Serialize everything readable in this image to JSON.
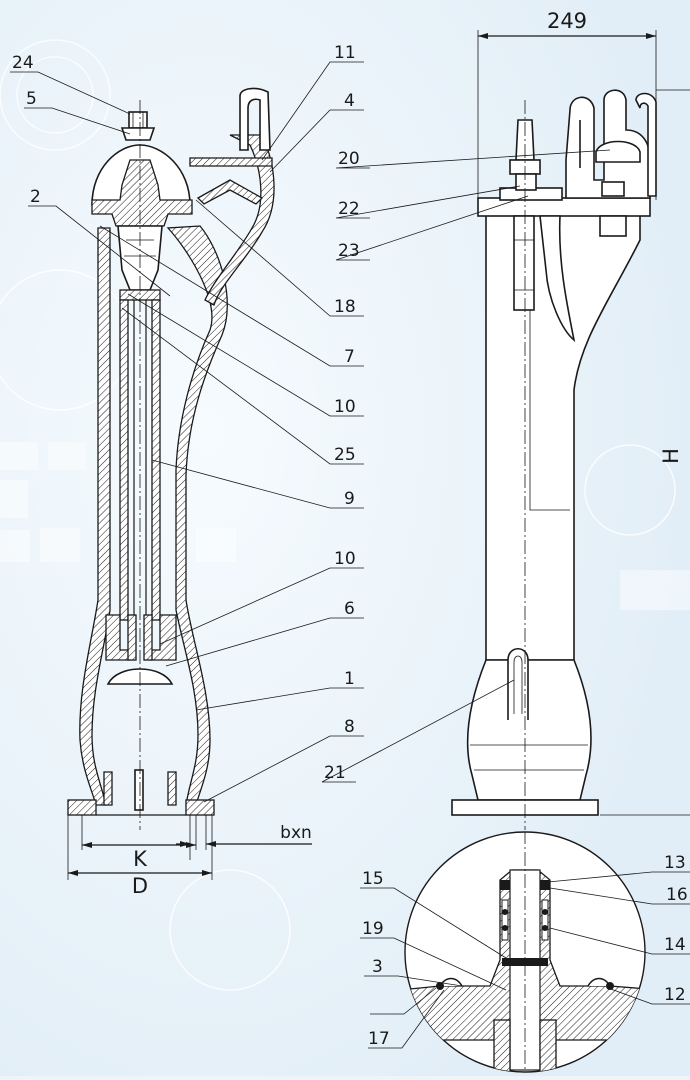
{
  "dimensions": {
    "width_249": "249",
    "height_H": "H",
    "K": "K",
    "D": "D",
    "bxn": "bxn"
  },
  "callouts": [
    {
      "id": "c24",
      "label": "24"
    },
    {
      "id": "c5",
      "label": "5"
    },
    {
      "id": "c2",
      "label": "2"
    },
    {
      "id": "c11",
      "label": "11"
    },
    {
      "id": "c4",
      "label": "4"
    },
    {
      "id": "c18",
      "label": "18"
    },
    {
      "id": "c7",
      "label": "7"
    },
    {
      "id": "c10a",
      "label": "10"
    },
    {
      "id": "c25",
      "label": "25"
    },
    {
      "id": "c9",
      "label": "9"
    },
    {
      "id": "c10b",
      "label": "10"
    },
    {
      "id": "c6",
      "label": "6"
    },
    {
      "id": "c1",
      "label": "1"
    },
    {
      "id": "c8",
      "label": "8"
    },
    {
      "id": "c20",
      "label": "20"
    },
    {
      "id": "c22",
      "label": "22"
    },
    {
      "id": "c23",
      "label": "23"
    },
    {
      "id": "c21",
      "label": "21"
    },
    {
      "id": "c13",
      "label": "13"
    },
    {
      "id": "c16",
      "label": "16"
    },
    {
      "id": "c15",
      "label": "15"
    },
    {
      "id": "c19",
      "label": "19"
    },
    {
      "id": "c14",
      "label": "14"
    },
    {
      "id": "c3",
      "label": "3"
    },
    {
      "id": "c12",
      "label": "12"
    },
    {
      "id": "c17",
      "label": "17"
    }
  ]
}
